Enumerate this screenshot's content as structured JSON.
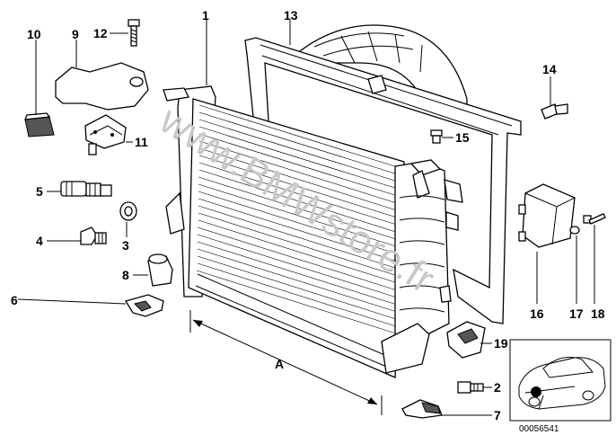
{
  "watermark": "www.BMWstore.fr",
  "diagram_code": "00056541",
  "dimension_label": "A",
  "callouts": {
    "c1": "1",
    "c2": "2",
    "c3": "3",
    "c4": "4",
    "c5": "5",
    "c6": "6",
    "c7": "7",
    "c8": "8",
    "c9": "9",
    "c10": "10",
    "c11": "11",
    "c12": "12",
    "c13": "13",
    "c14": "14",
    "c15": "15",
    "c16": "16",
    "c17": "17",
    "c18": "18",
    "c19": "19"
  },
  "colors": {
    "line": "#000000",
    "background": "#ffffff",
    "watermark": "#c8c8c8"
  }
}
